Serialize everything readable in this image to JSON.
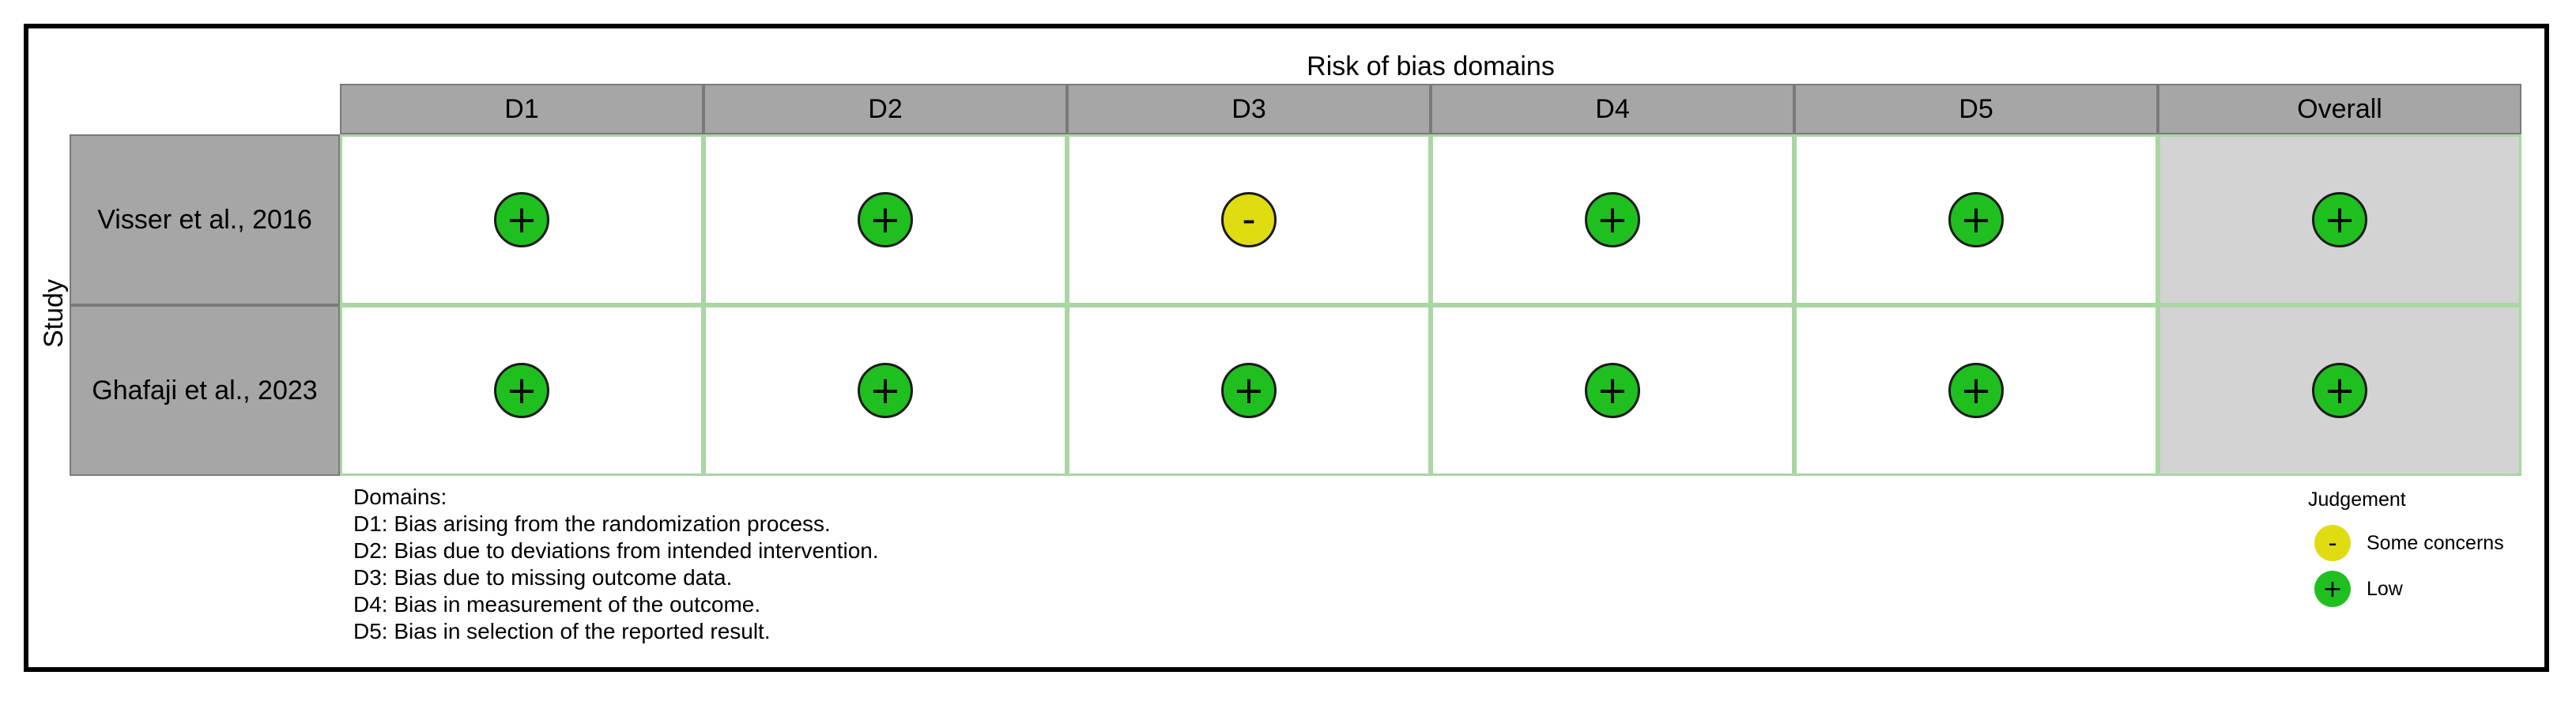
{
  "title": "Risk of bias domains",
  "y_axis_label": "Study",
  "columns": [
    "D1",
    "D2",
    "D3",
    "D4",
    "D5",
    "Overall"
  ],
  "rows": [
    {
      "study": "Visser et al., 2016",
      "judgements": [
        "+",
        "+",
        "-",
        "+",
        "+",
        "+"
      ]
    },
    {
      "study": "Ghafaji et al., 2023",
      "judgements": [
        "+",
        "+",
        "+",
        "+",
        "+",
        "+"
      ]
    }
  ],
  "domains_note": {
    "heading": "Domains:",
    "lines": [
      "D1: Bias arising from the randomization process.",
      "D2: Bias due to deviations from intended intervention.",
      "D3: Bias due to missing outcome data.",
      "D4: Bias in measurement of the outcome.",
      "D5: Bias in selection of the reported result."
    ]
  },
  "legend": {
    "title": "Judgement",
    "items": [
      {
        "symbol": "-",
        "label": "Some concerns",
        "color": "#e0dc12"
      },
      {
        "symbol": "+",
        "label": "Low",
        "color": "#1fbf1f"
      }
    ]
  },
  "colors": {
    "low": "#1fbf1f",
    "some_concerns": "#e0dc12",
    "header": "#a6a6a6",
    "overall_bg": "#d3d3d3"
  }
}
